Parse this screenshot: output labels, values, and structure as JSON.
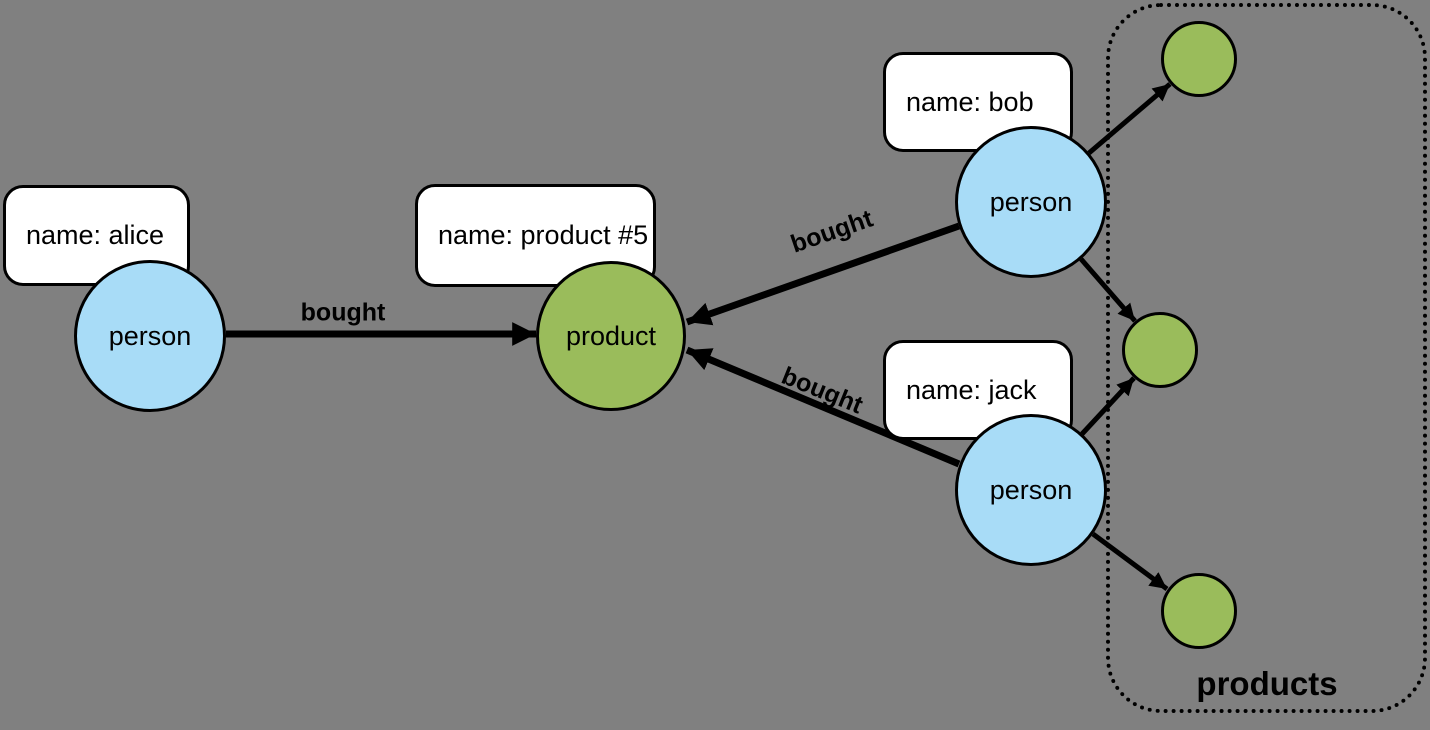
{
  "diagram": {
    "description": "graph data model: persons bought products",
    "background_color": "#808080",
    "colors": {
      "person_fill": "#A8DCF7",
      "product_fill": "#9ABC5B",
      "node_stroke": "#000000",
      "label_box_bg": "#FFFFFF",
      "edge_color": "#000000"
    },
    "nodes": {
      "alice": {
        "type_label": "person",
        "property": "name: alice"
      },
      "bob": {
        "type_label": "person",
        "property": "name: bob"
      },
      "jack": {
        "type_label": "person",
        "property": "name: jack"
      },
      "product5": {
        "type_label": "product",
        "property": "name: product #5"
      }
    },
    "edges": {
      "alice_bought": {
        "label": "bought"
      },
      "bob_bought": {
        "label": "bought"
      },
      "jack_bought": {
        "label": "bought"
      }
    },
    "products_group": {
      "label": "products"
    }
  }
}
